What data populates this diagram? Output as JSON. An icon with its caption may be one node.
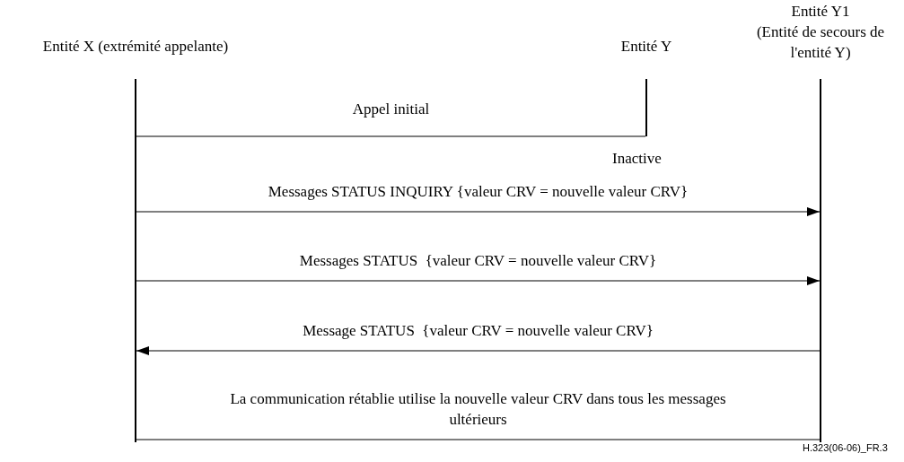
{
  "diagram": {
    "nodes": [
      {
        "text": [
          "Entité X (extrémité appelante)"
        ]
      },
      {
        "text": [
          "Entité Y"
        ]
      },
      {
        "text": [
          "Entité Y1",
          "(Entité de secours de l'entité Y)"
        ]
      }
    ],
    "edges": [
      {
        "from": 0,
        "to": 1,
        "arrow": "none",
        "label": "Appel initial"
      },
      {
        "from": 0,
        "to": 2,
        "arrow": "to",
        "label": "Messages STATUS INQUIRY {valeur CRV = nouvelle valeur CRV}"
      },
      {
        "from": 0,
        "to": 2,
        "arrow": "to",
        "label": "Messages STATUS  {valeur CRV = nouvelle valeur CRV}"
      },
      {
        "from": 2,
        "to": 0,
        "arrow": "to",
        "label": "Message STATUS  {valeur CRV = nouvelle valeur CRV}"
      },
      {
        "from": 0,
        "to": 2,
        "arrow": "none",
        "label": "La communication rétablie utilise la nouvelle valeur CRV dans tous les messages ultérieurs"
      }
    ],
    "labels": [
      "Inactive",
      "H.323(06-06)_FR.3"
    ]
  }
}
